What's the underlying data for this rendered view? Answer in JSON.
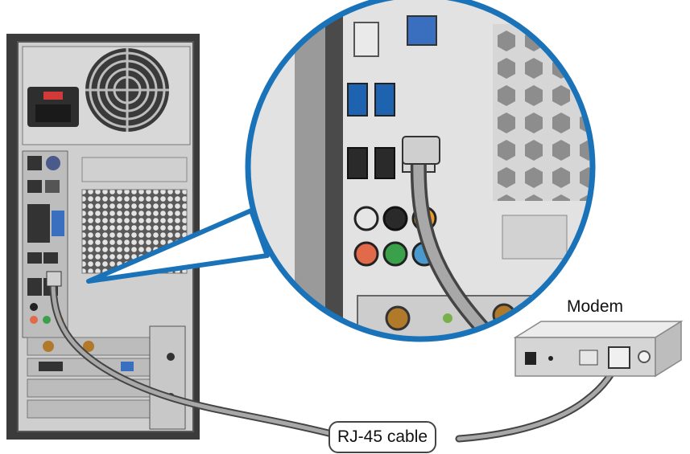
{
  "labels": {
    "modem": "Modem",
    "cable": "RJ-45 cable"
  },
  "icons": [
    "computer-tower-rear",
    "modem",
    "rj45-cable",
    "magnifier-callout"
  ],
  "colors": {
    "callout_ring": "#1a73b8",
    "cable": "#8c8c8c",
    "chassis_dark": "#3a3a3a",
    "chassis_light": "#c9c9c9",
    "usb3_blue": "#1e63b0",
    "audio_green": "#3aa04a",
    "audio_pink": "#e06a4a",
    "audio_orange": "#e89a2a"
  }
}
